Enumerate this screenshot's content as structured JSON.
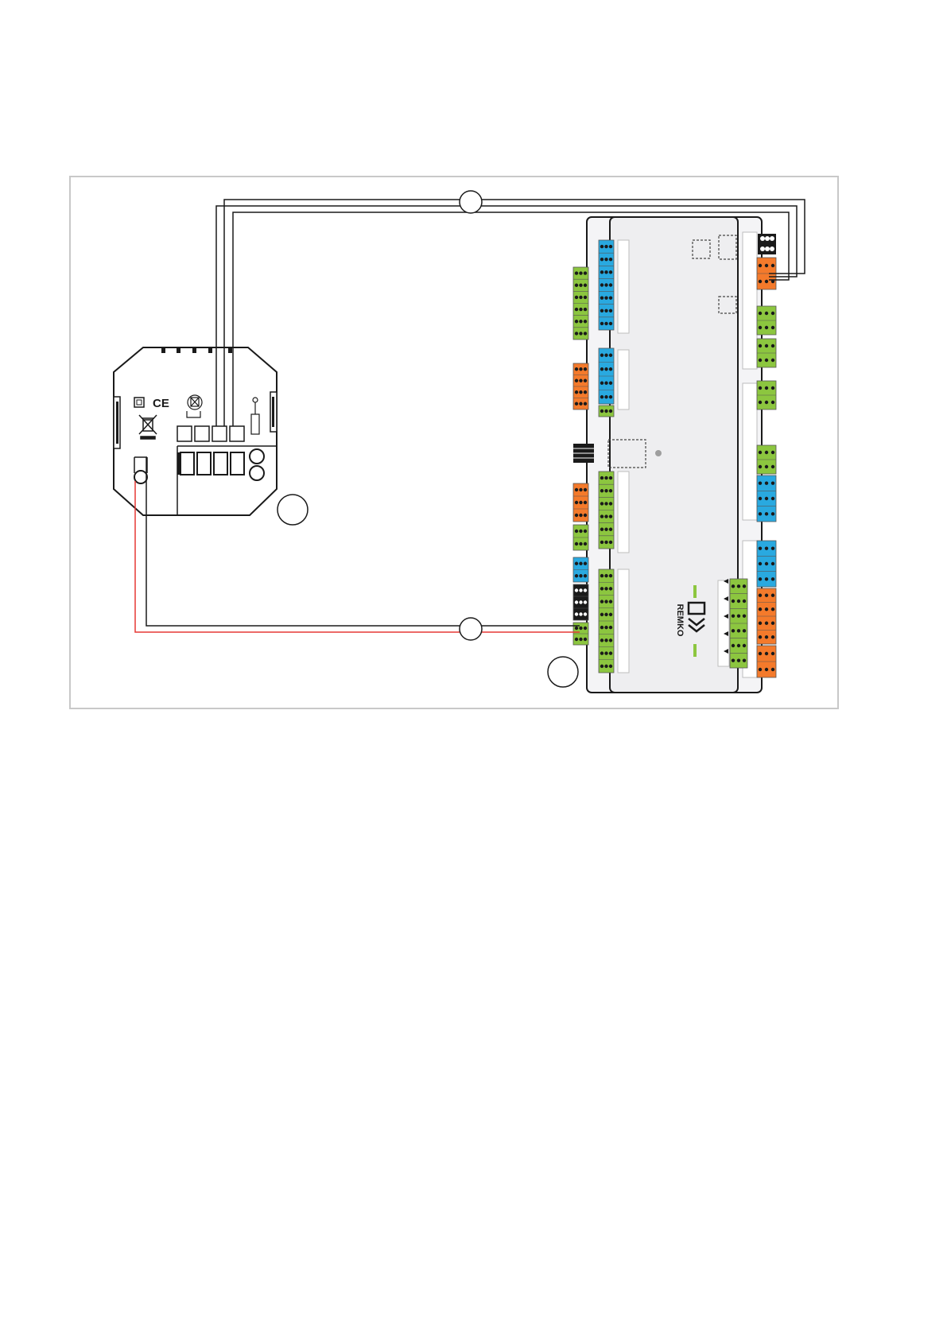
{
  "frame": {
    "border_color": "#c8c8c8"
  },
  "thermostat": {
    "ce_mark": "CE",
    "terminal_count": 4
  },
  "controller": {
    "brand": "REMKO",
    "housing_color": "#eeeef0"
  },
  "wiring": {
    "signal_wire_color": "#1a1a1a",
    "power_wire_color": "#e53935"
  },
  "connector_colors": {
    "green": "#8cc63f",
    "blue": "#29a9e0",
    "orange": "#f47a2b",
    "black": "#1a1a1a"
  },
  "callouts": [
    {
      "id": "upper-cable",
      "label": ""
    },
    {
      "id": "lower-cable",
      "label": ""
    },
    {
      "id": "thermostat-ref",
      "label": ""
    },
    {
      "id": "controller-ref",
      "label": ""
    }
  ]
}
